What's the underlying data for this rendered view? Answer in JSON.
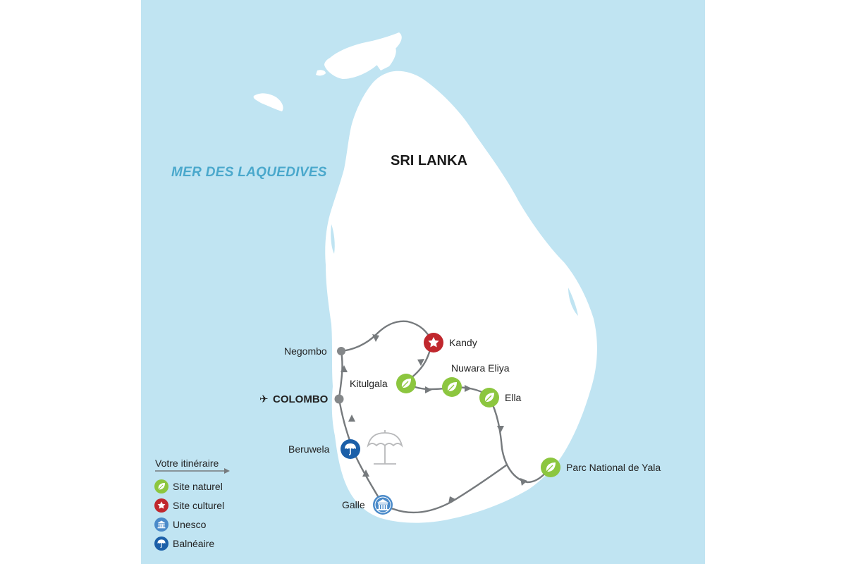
{
  "map": {
    "country": "SRI LANKA",
    "sea": "MER DES LAQUEDIVES",
    "capital_icon": "airplane-icon",
    "capital": "COLOMBO",
    "colors": {
      "sea": "#c0e4f2",
      "land": "#ffffff",
      "route": "#767a7d",
      "city_dot": "#848789",
      "nature": "#8cc63f",
      "culture": "#c0272d",
      "unesco": "#4a8ac9",
      "beach": "#1b5fa8"
    },
    "places": {
      "negombo": "Negombo",
      "kandy": "Kandy",
      "kitulgala": "Kitulgala",
      "nuwara": "Nuwara Eliya",
      "ella": "Ella",
      "yala": "Parc National de Yala",
      "beruwela": "Beruwela",
      "galle": "Galle"
    }
  },
  "legend": {
    "title": "Votre itinéraire",
    "items": [
      {
        "label": "Site naturel",
        "icon": "leaf-icon"
      },
      {
        "label": "Site culturel",
        "icon": "star-icon"
      },
      {
        "label": "Unesco",
        "icon": "unesco-temple-icon"
      },
      {
        "label": "Balnéaire",
        "icon": "umbrella-icon"
      }
    ]
  }
}
